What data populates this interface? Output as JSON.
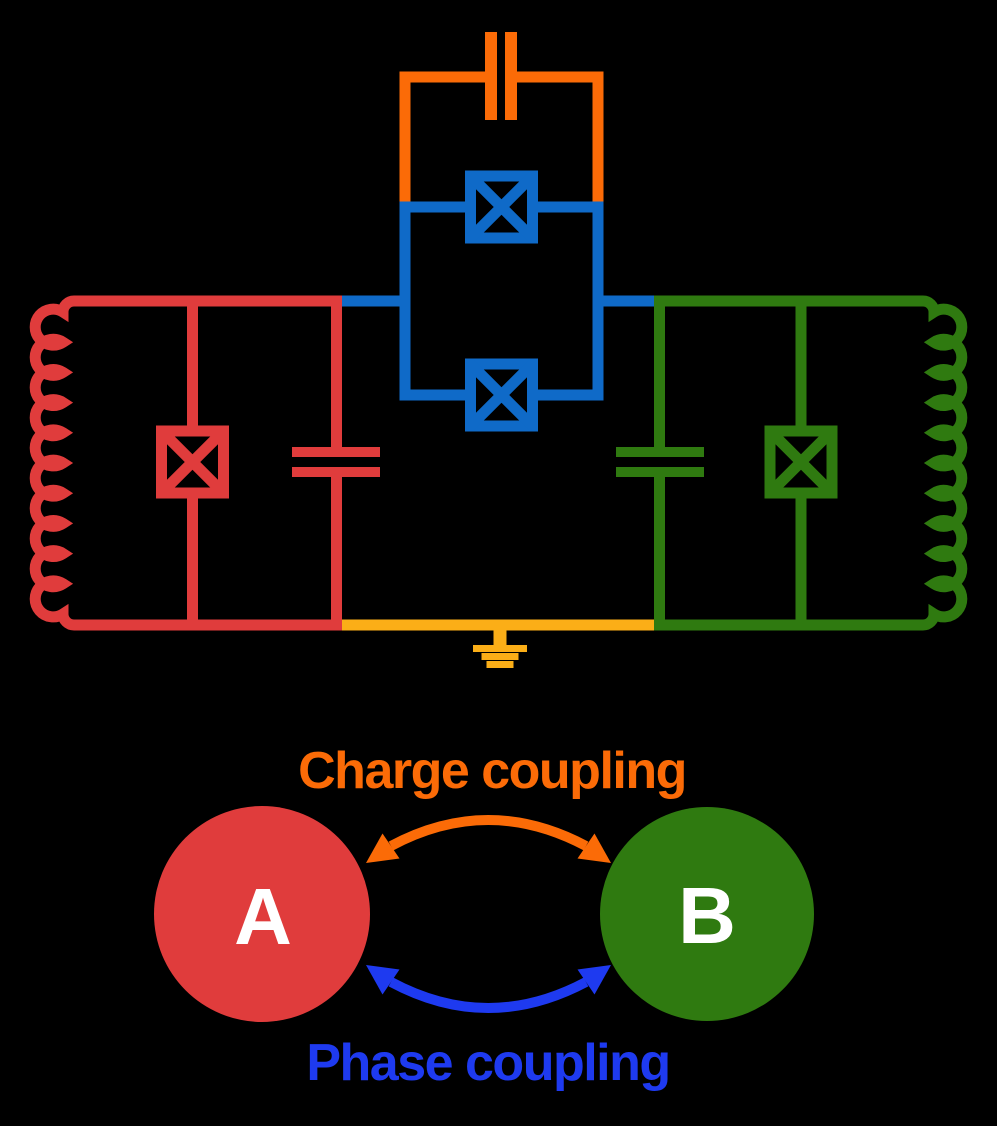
{
  "title": "Two-qubit charge and phase coupling circuit diagram",
  "colors": {
    "background": "#000000",
    "red": "#e03c3c",
    "green": "#2f7a10",
    "circuit_blue": "#0f6ac8",
    "vivid_blue": "#1e3af0",
    "orange": "#fb6b07",
    "amber": "#fbae17",
    "white": "#ffffff"
  },
  "labels": {
    "charge_coupling": "Charge coupling",
    "phase_coupling": "Phase coupling"
  },
  "nodes": {
    "a": {
      "label": "A",
      "color_key": "red"
    },
    "b": {
      "label": "B",
      "color_key": "green"
    }
  },
  "circuit": {
    "qubit_a": {
      "color_key": "red",
      "components": [
        "inductor",
        "josephson-junction",
        "capacitor"
      ]
    },
    "qubit_b": {
      "color_key": "green",
      "components": [
        "capacitor",
        "josephson-junction",
        "inductor"
      ]
    },
    "charge_coupler": {
      "color_key": "orange",
      "components": [
        "capacitor"
      ]
    },
    "phase_coupler": {
      "color_key": "circuit_blue",
      "components": [
        "josephson-junction",
        "josephson-junction"
      ]
    },
    "ground": {
      "color_key": "amber",
      "components": [
        "ground"
      ]
    }
  }
}
